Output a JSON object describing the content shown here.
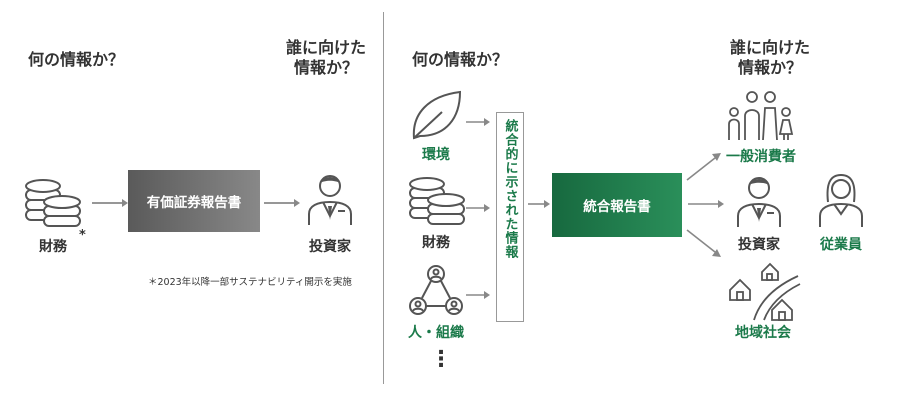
{
  "left": {
    "heading_what": "何の情報か？",
    "heading_who_line1": "誰に向けた",
    "heading_who_line2": "情報か？",
    "finance_label": "財務",
    "finance_asterisk": "*",
    "report_label": "有価証券報告書",
    "investor_label": "投資家",
    "footnote": "＊2023年以降一部サステナビリティ開示を実施"
  },
  "right": {
    "heading_what": "何の情報か？",
    "heading_who_line1": "誰に向けた",
    "heading_who_line2": "情報か？",
    "environment_label": "環境",
    "finance_label": "財務",
    "people_label": "人・組織",
    "more_dots": "⋮",
    "integrated_box_text": "統合的に示された情報",
    "integrated_report_label": "統合報告書",
    "general_public_label": "一般消費者",
    "investor_label": "投資家",
    "employees_label": "従業員",
    "community_label": "地域社会"
  },
  "colors": {
    "green": "#1b7a4a",
    "gray_box": "#6a6a6a",
    "icon_gray": "#555555"
  }
}
